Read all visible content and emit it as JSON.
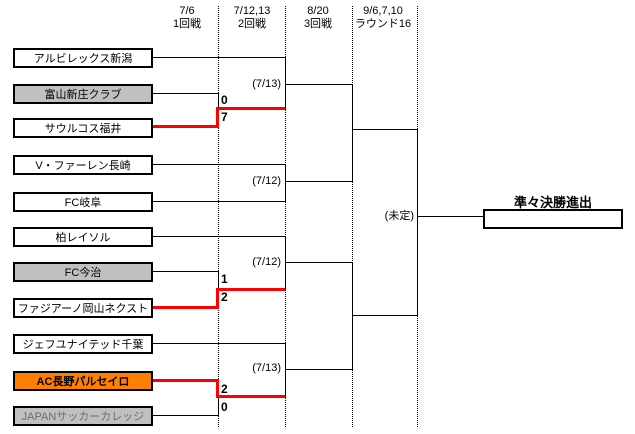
{
  "header": {
    "columns": [
      {
        "date": "7/6",
        "round": "1回戦"
      },
      {
        "date": "7/12,13",
        "round": "2回戦"
      },
      {
        "date": "8/20",
        "round": "3回戦"
      },
      {
        "date": "9/6,7,10",
        "round": "ラウンド16"
      }
    ]
  },
  "teams": [
    {
      "name": "アルビレックス新潟",
      "style": "white"
    },
    {
      "name": "富山新庄クラブ",
      "style": "gray"
    },
    {
      "name": "サウルコス福井",
      "style": "white"
    },
    {
      "name": "V・ファーレン長崎",
      "style": "white"
    },
    {
      "name": "FC岐阜",
      "style": "white"
    },
    {
      "name": "柏レイソル",
      "style": "white"
    },
    {
      "name": "FC今治",
      "style": "gray"
    },
    {
      "name": "ファジアーノ岡山ネクスト",
      "style": "white"
    },
    {
      "name": "ジェフユナイテッド千葉",
      "style": "white"
    },
    {
      "name": "AC長野パルセイロ",
      "style": "orange"
    },
    {
      "name": "JAPANサッカーカレッジ",
      "style": "gray-dim"
    }
  ],
  "round1_matches": [
    {
      "top_team": "富山新庄クラブ",
      "top_score": "0",
      "bottom_team": "サウルコス福井",
      "bottom_score": "7",
      "winner": "bottom"
    },
    {
      "top_team": "FC今治",
      "top_score": "1",
      "bottom_team": "ファジアーノ岡山ネクスト",
      "bottom_score": "2",
      "winner": "bottom"
    },
    {
      "top_team": "AC長野パルセイロ",
      "top_score": "2",
      "bottom_team": "JAPANサッカーカレッジ",
      "bottom_score": "0",
      "winner": "top"
    }
  ],
  "round2_matches": [
    {
      "date_label": "(7/13)"
    },
    {
      "date_label": "(7/12)"
    },
    {
      "date_label": "(7/12)"
    },
    {
      "date_label": "(7/13)"
    }
  ],
  "round16": {
    "status_label": "(未定)"
  },
  "final": {
    "title": "準々決勝進出"
  },
  "colors": {
    "winner_line": "#ff0000",
    "seed_box": "#c0c0c0",
    "highlight_box": "#ff8000"
  }
}
